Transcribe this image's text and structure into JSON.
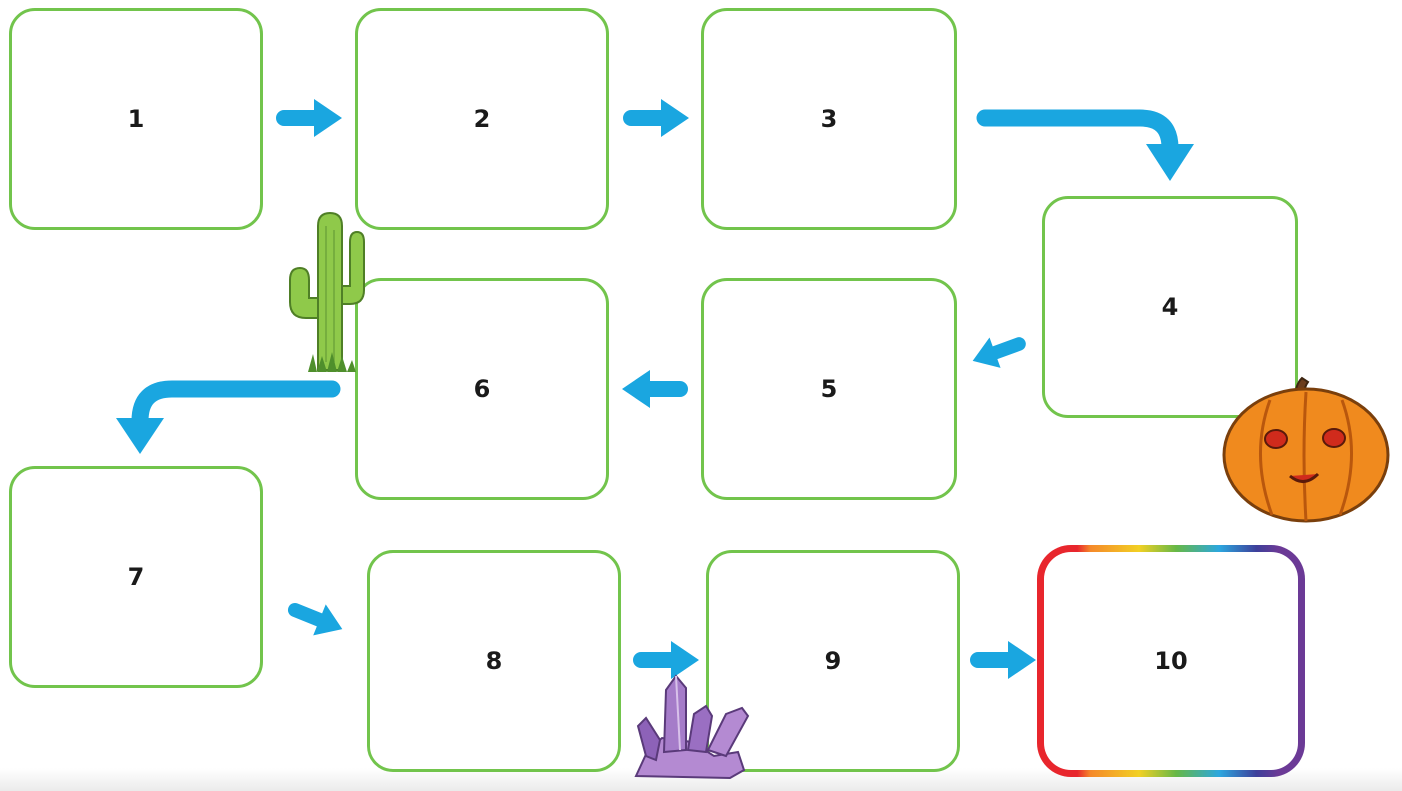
{
  "boxes": [
    {
      "label": "1"
    },
    {
      "label": "2"
    },
    {
      "label": "3"
    },
    {
      "label": "4"
    },
    {
      "label": "5"
    },
    {
      "label": "6"
    },
    {
      "label": "7"
    },
    {
      "label": "8"
    },
    {
      "label": "9"
    },
    {
      "label": "10"
    }
  ],
  "colors": {
    "box_border": "#72c44c",
    "arrow": "#1aa6e0",
    "rainbow": [
      "#e8262d",
      "#f5892a",
      "#f2d024",
      "#66b847",
      "#2ca7df",
      "#3e3f9a",
      "#6b3a96"
    ]
  },
  "decorations": [
    "cactus-icon",
    "pumpkin-icon",
    "crystal-icon"
  ]
}
